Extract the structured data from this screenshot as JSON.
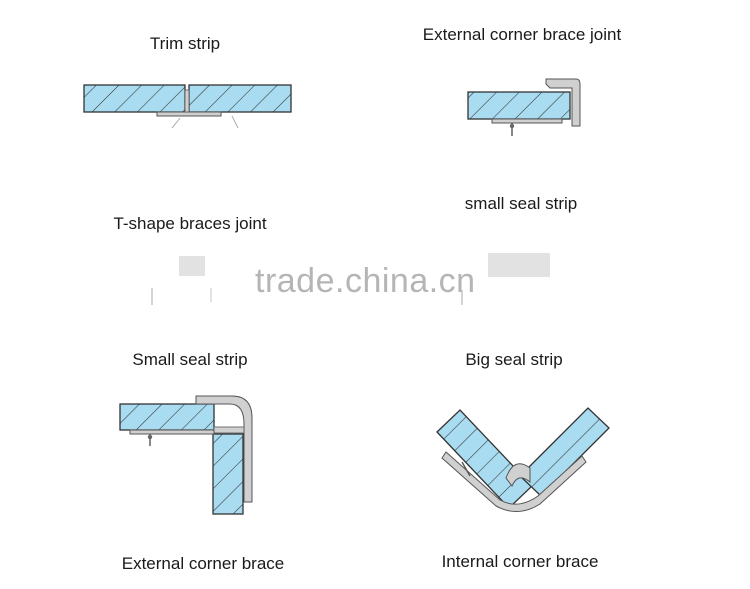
{
  "labels": {
    "trim_strip": "Trim strip",
    "external_corner_brace_joint": "External corner brace joint",
    "t_shape_braces_joint": "T-shape braces joint",
    "small_seal_strip_top": "small seal strip",
    "small_seal_strip": "Small seal strip",
    "big_seal_strip": "Big seal strip",
    "external_corner_brace": "External corner brace",
    "internal_corner_brace": "Internal corner brace"
  },
  "watermark": "trade.china.cn",
  "colors": {
    "panel_fill": "#a9dcf0",
    "outline": "#333333",
    "profile": "#c8c8c8"
  }
}
